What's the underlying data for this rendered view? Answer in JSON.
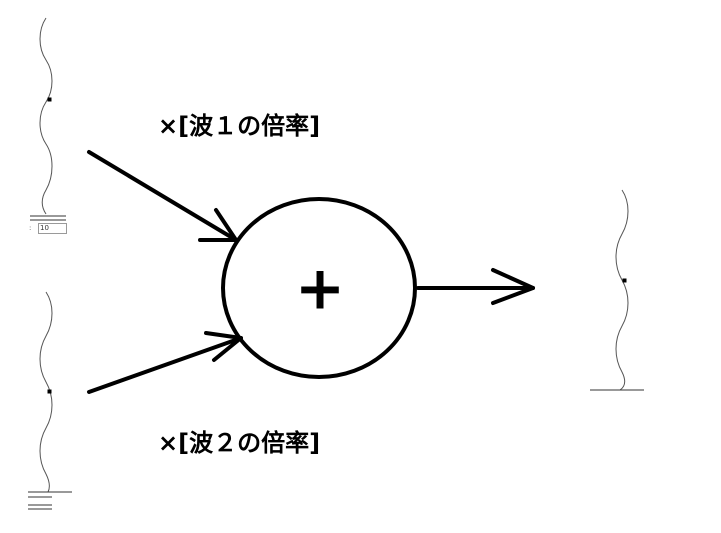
{
  "labels": {
    "wave1_multiplier": "×[波１の倍率]",
    "wave2_multiplier": "×[波２の倍率]",
    "sum_operator": "+"
  },
  "controls": {
    "wave1_param_label": ":",
    "wave1_param_value": "10"
  }
}
